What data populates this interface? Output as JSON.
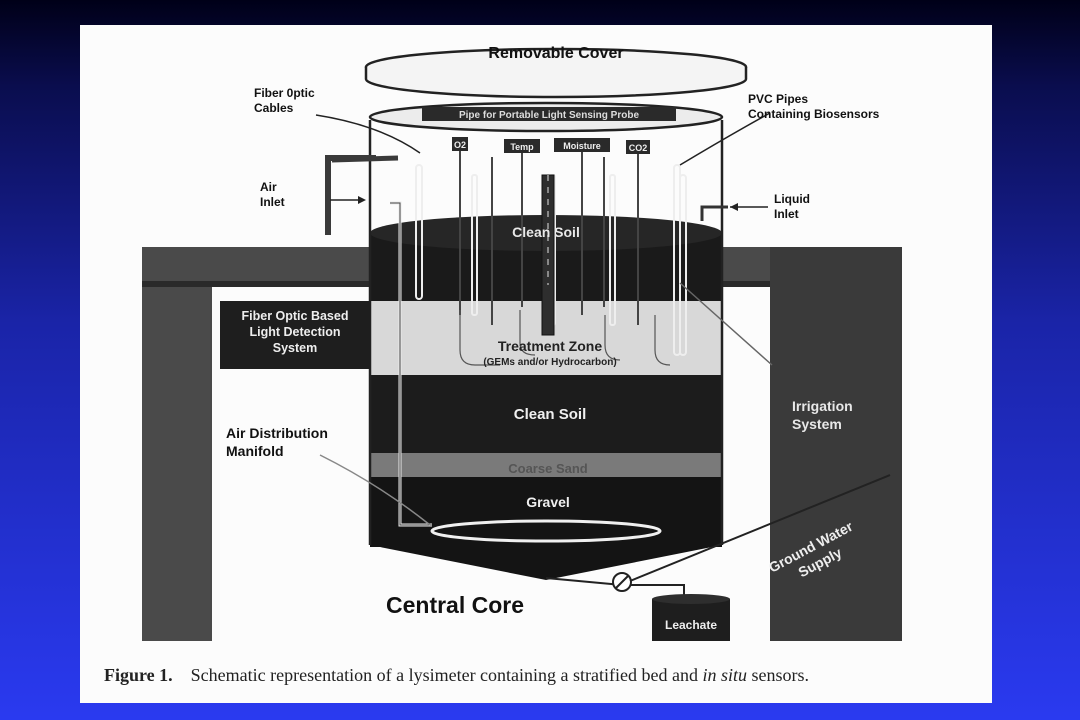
{
  "diagram": {
    "labels": {
      "removable_cover": "Removable Cover",
      "fiber_optic_cables": [
        "Fiber 0ptic",
        "Cables"
      ],
      "pvc_pipes": [
        "PVC Pipes",
        "Containing Biosensors"
      ],
      "probe_pipe": "Pipe for Portable Light Sensing Probe",
      "sensor_o2": "O2",
      "sensor_temp": "Temp",
      "sensor_moisture": "Moisture",
      "sensor_co2": "CO2",
      "air_inlet": [
        "Air",
        "Inlet"
      ],
      "liquid_inlet": [
        "Liquid",
        "Inlet"
      ],
      "clean_soil_top": "Clean Soil",
      "fiber_optic_system": [
        "Fiber Optic Based",
        "Light Detection",
        "System"
      ],
      "treatment_zone": "Treatment Zone",
      "treatment_zone_sub": "(GEMs and/or Hydrocarbon)",
      "clean_soil_middle": "Clean Soil",
      "irrigation_system": [
        "Irrigation",
        "System"
      ],
      "air_distribution": [
        "Air Distribution",
        "Manifold"
      ],
      "coarse_sand": "Coarse Sand",
      "gravel": "Gravel",
      "ground_water": [
        "Ground Water",
        "Supply"
      ],
      "central_core": "Central Core",
      "leachate": "Leachate"
    },
    "colors": {
      "ground": "#4a4a4a",
      "dark_layer": "#1a1a1a",
      "treatment_layer": "#d8d8d8",
      "coarse_sand": "#7a7a7a",
      "cover": "#f0f0f0"
    }
  },
  "caption": {
    "figure": "Figure 1.",
    "text_before": "Schematic representation of a lysimeter containing a stratified bed and ",
    "italic": "in situ",
    "text_after": " sensors."
  }
}
